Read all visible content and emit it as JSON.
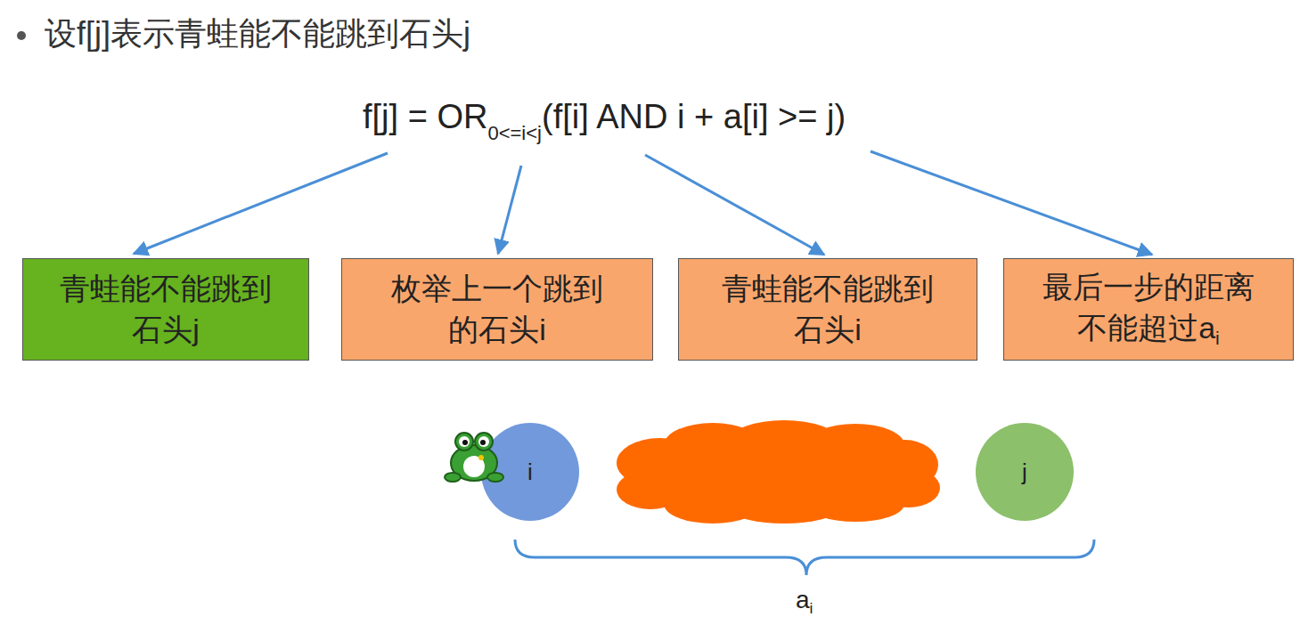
{
  "diagram": {
    "title": "设f[j]表示青蛙能不能跳到石头j",
    "nodes": [
      {
        "text": [
          "青蛙能不能跳到石头j"
        ]
      },
      {
        "text": [
          "枚举上一个跳到的石头i"
        ]
      },
      {
        "text": [
          "青蛙能不能跳到石头i"
        ]
      },
      {
        "text": [
          "最后一步的距离不能超过a",
          "i"
        ]
      },
      {
        "text": [
          "i"
        ]
      },
      {
        "text": [
          "j"
        ]
      }
    ],
    "labels": [
      "f[j] = OR",
      "0<=i<j",
      "(f[i] AND i + a[i] >= j)",
      "a",
      "i"
    ]
  }
}
